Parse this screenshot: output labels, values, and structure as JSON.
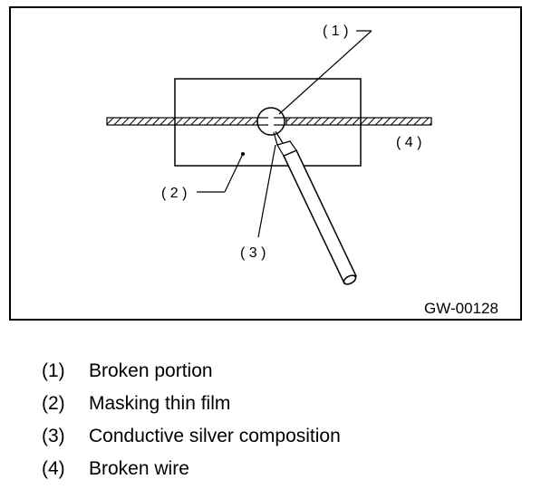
{
  "figure": {
    "code": "GW-00128",
    "callouts": [
      {
        "num": "( 1 )"
      },
      {
        "num": "( 2 )"
      },
      {
        "num": "( 3 )"
      },
      {
        "num": "( 4 )"
      }
    ]
  },
  "legend": [
    {
      "num": "(1)",
      "text": "Broken portion"
    },
    {
      "num": "(2)",
      "text": "Masking thin film"
    },
    {
      "num": "(3)",
      "text": "Conductive silver composition"
    },
    {
      "num": "(4)",
      "text": "Broken wire"
    }
  ]
}
